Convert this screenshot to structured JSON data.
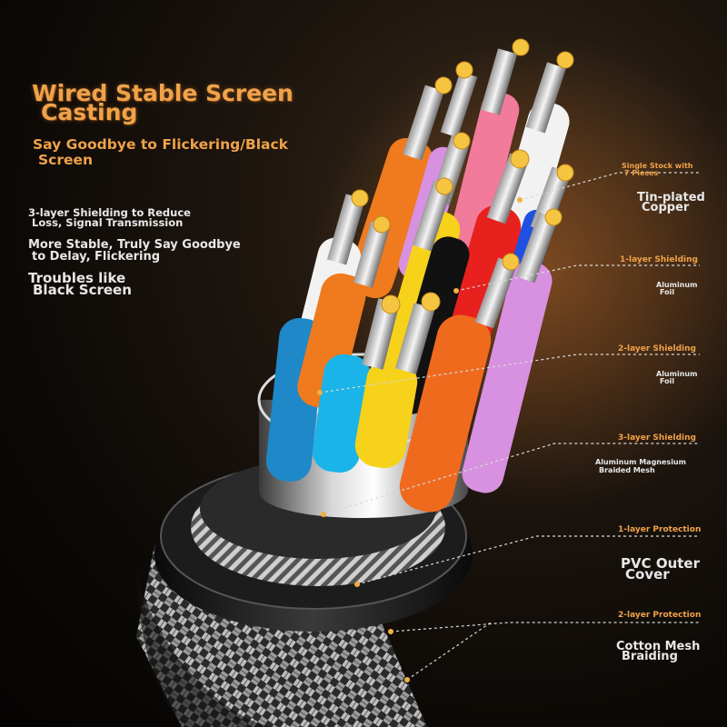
{
  "headline": {
    "title_line1": "Wired Stable Screen",
    "title_line2": "Casting",
    "subtitle_line1": "Say Goodbye to Flickering/Black",
    "subtitle_line2": "Screen"
  },
  "features": {
    "line1a": "3-layer Shielding to Reduce",
    "line1b": "Loss, Signal Transmission",
    "line2a": "More Stable, Truly Say Goodbye",
    "line2b": "to Delay, Flickering",
    "line3a": "Troubles like",
    "line3b": "Black Screen"
  },
  "callouts": {
    "copper_label_a": "Single Stock with",
    "copper_label_b": "7 Pieces",
    "copper_desc_a": "Tin-plated",
    "copper_desc_b": "Copper",
    "shield1_label": "1-layer Shielding",
    "shield1_desc_a": "Aluminum",
    "shield1_desc_b": "Foil",
    "shield2_label": "2-layer Shielding",
    "shield2_desc_a": "Aluminum",
    "shield2_desc_b": "Foil",
    "shield3_label": "3-layer Shielding",
    "shield3_desc_a": "Aluminum Magnesium",
    "shield3_desc_b": "Braided Mesh",
    "prot1_label": "1-layer Protection",
    "prot1_desc_a": "PVC Outer",
    "prot1_desc_b": "Cover",
    "prot2_label": "2-layer Protection",
    "prot2_desc_a": "Cotton Mesh",
    "prot2_desc_b": "Braiding"
  },
  "colors": {
    "accent": "#f0a24a",
    "text_light": "#e8e8e8",
    "wire_orange": "#f06a1e",
    "wire_pink": "#f27a9a",
    "wire_white": "#f2f2f2",
    "wire_yellow": "#f7d21a",
    "wire_black": "#111111",
    "wire_red": "#e8201e",
    "wire_blue": "#2050e0",
    "wire_cyan": "#1ab4e8",
    "wire_violet": "#d890e0"
  }
}
